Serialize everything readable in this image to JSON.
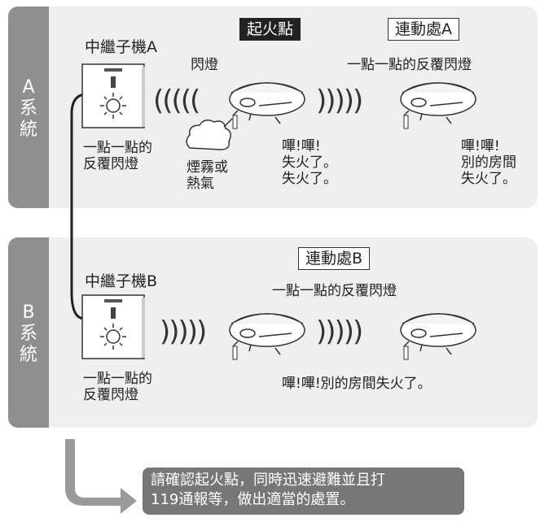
{
  "system_a": {
    "side_label": [
      "A",
      "系",
      "統"
    ],
    "relay_title": "中繼子機A",
    "relay_caption": "一點一點的\n反覆閃燈",
    "fire_origin_tag": "起火點",
    "flash_label": "閃燈",
    "smoke_label": "煙霧或\n熱氣",
    "alarm1_text": "嗶!嗶!\n失火了。\n失火了。",
    "linked_tag": "連動處A",
    "linked_flash_label": "一點一點的反覆閃燈",
    "alarm2_text": "嗶!嗶!\n別的房間\n失火了。"
  },
  "system_b": {
    "side_label": [
      "B",
      "系",
      "統"
    ],
    "relay_title": "中繼子機B",
    "relay_caption": "一點一點的\n反覆閃燈",
    "linked_tag": "連動處B",
    "linked_flash_label": "一點一點的反覆閃燈",
    "alarm_text": "嗶!嗶!別的房間失火了。"
  },
  "instruction": "請確認起火點，同時迅速避難並且打\n119通報等，做出適當的處置。",
  "colors": {
    "panel": "#efefef",
    "sidebar": "#8f8f8f",
    "banner": "#777777",
    "arrow": "#9a9a9a"
  }
}
